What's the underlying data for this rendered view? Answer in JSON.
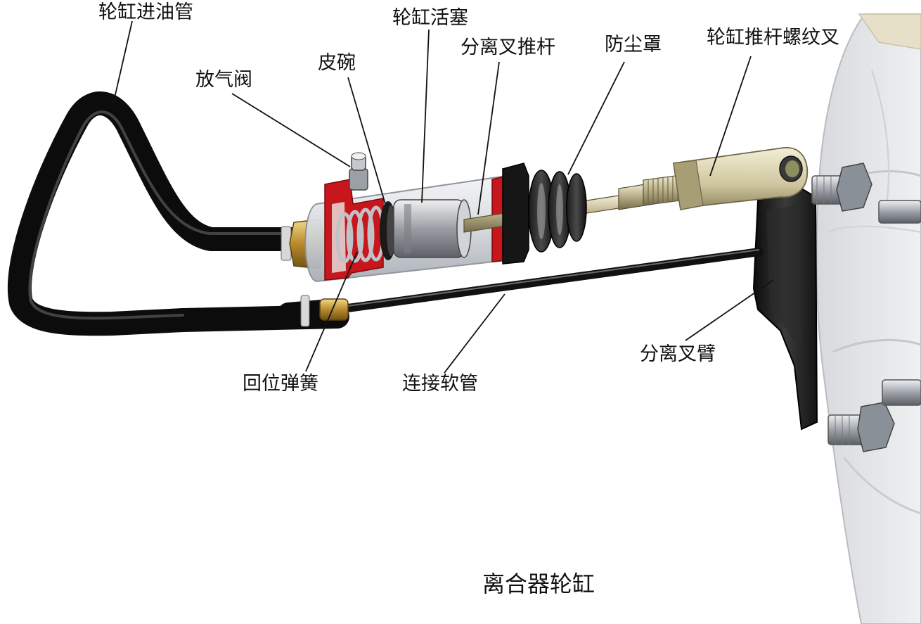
{
  "labels": {
    "inlet_pipe": "轮缸进油管",
    "piston": "轮缸活塞",
    "push_rod": "分离叉推杆",
    "dust_boot": "防尘罩",
    "rod_clevis": "轮缸推杆螺纹叉",
    "bleeder_valve": "放气阀",
    "cup_seal": "皮碗",
    "return_spring": "回位弹簧",
    "connecting_hose": "连接软管",
    "release_fork_arm": "分离叉臂"
  },
  "caption": "离合器轮缸"
}
